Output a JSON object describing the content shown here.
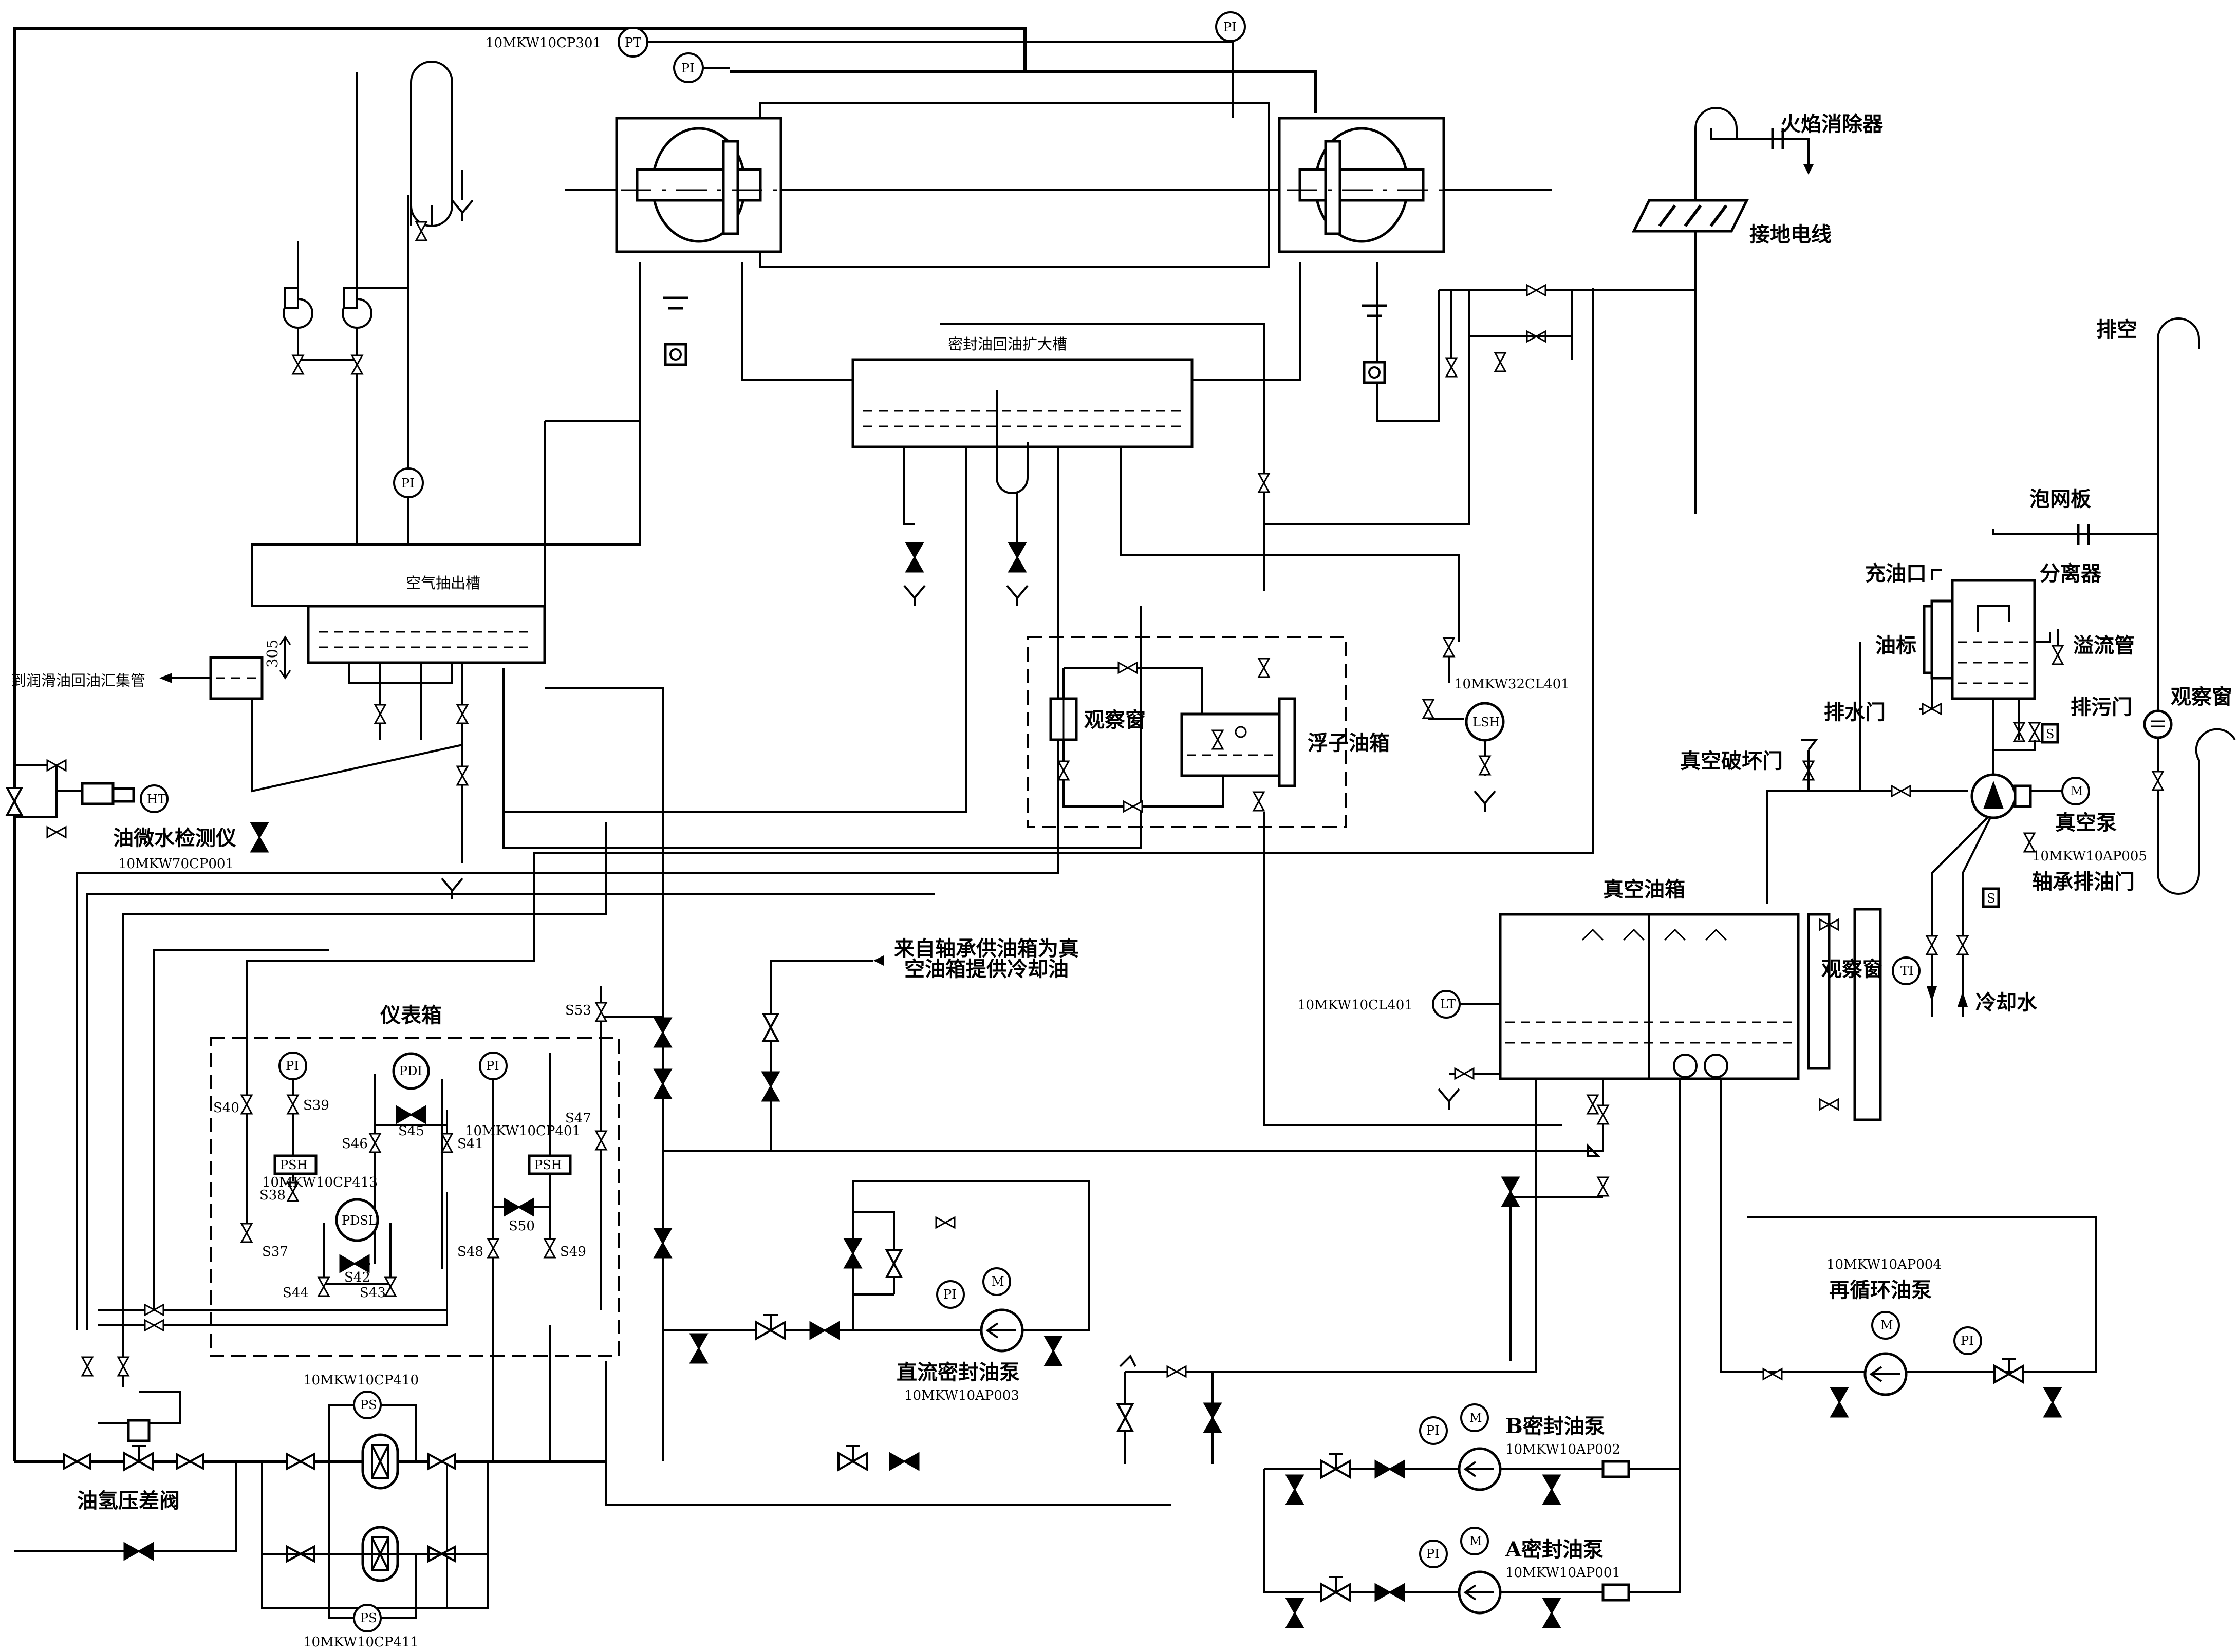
{
  "labels": {
    "flame_arrester": "火焰消除器",
    "ground_wire": "接地电线",
    "expansion_tank": "密封油回油扩大槽",
    "vent": "排空",
    "foam_plate": "泡网板",
    "fill_port": "充油口",
    "separator": "分离器",
    "oil_gauge": "油标",
    "overflow": "溢流管",
    "drain_valve": "排水门",
    "blowdown_valve": "排污门",
    "sight_glass_right": "观察窗",
    "vacuum_breaker": "真空破坏门",
    "vacuum_pump": "真空泵",
    "bearing_drain": "轴承排油门",
    "vacuum_tank": "真空油箱",
    "cooling_water": "冷却水",
    "air_extraction": "空气抽出槽",
    "to_lube_header": "到润滑油回油汇集管",
    "dim_305": "305",
    "sight_glass_mid": "观察窗",
    "float_tank": "浮子油箱",
    "moisture_detector": "油微水检测仪",
    "cooling_oil_line1": "来自轴承供油箱为真",
    "cooling_oil_line2": "空油箱提供冷却油",
    "instrument_box": "仪表箱",
    "dc_pump": "直流密封油泵",
    "recirc_pump": "再循环油泵",
    "b_pump": "B密封油泵",
    "a_pump": "A密封油泵",
    "dp_valve": "油氢压差阀",
    "vac_sight": "观察窗"
  },
  "tags": {
    "cp301": "10MKW10CP301",
    "cl401": "10MKW32CL401",
    "cp001": "10MKW70CP001",
    "cp401": "10MKW10CP401",
    "cp413": "10MKW10CP413",
    "cl401b": "10MKW10CL401",
    "ap005": "10MKW10AP005",
    "ap004": "10MKW10AP004",
    "ap003": "10MKW10AP003",
    "ap002": "10MKW10AP002",
    "ap001": "10MKW10AP001",
    "cp410": "10MKW10CP410",
    "cp411": "10MKW10CP411"
  },
  "valves": {
    "s53": "S53",
    "s40": "S40",
    "s39": "S39",
    "s46": "S46",
    "s45": "S45",
    "s41": "S41",
    "s47": "S47",
    "s38": "S38",
    "s37": "S37",
    "s42": "S42",
    "s44": "S44",
    "s43": "S43",
    "s48": "S48",
    "s50": "S50",
    "s49": "S49"
  },
  "instruments": {
    "pt": "PT",
    "pi": "PI",
    "ht": "HT",
    "lsh": "LSH",
    "lt": "LT",
    "ti": "TI",
    "pdi": "PDI",
    "pdsl": "PDSL",
    "psh": "PSH",
    "ps": "PS",
    "m": "M",
    "s": "S"
  }
}
